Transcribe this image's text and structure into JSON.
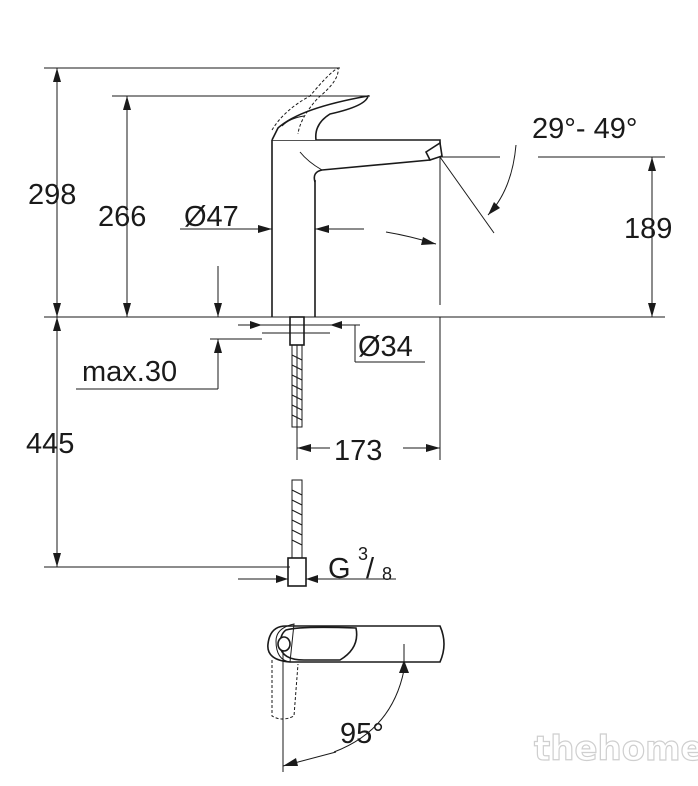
{
  "dimensions": {
    "total_height": "298",
    "spout_height": "266",
    "body_diameter": "Ø47",
    "outlet_height": "189",
    "spout_angle": "29°- 49°",
    "hole_diameter": "Ø34",
    "max_deck_thickness": "max.30",
    "hose_length": "445",
    "spout_reach": "173",
    "connection_thread_letter": "G",
    "connection_thread_num": "3",
    "connection_thread_den": "8",
    "handle_rotation": "95°"
  },
  "watermark": "thehome"
}
